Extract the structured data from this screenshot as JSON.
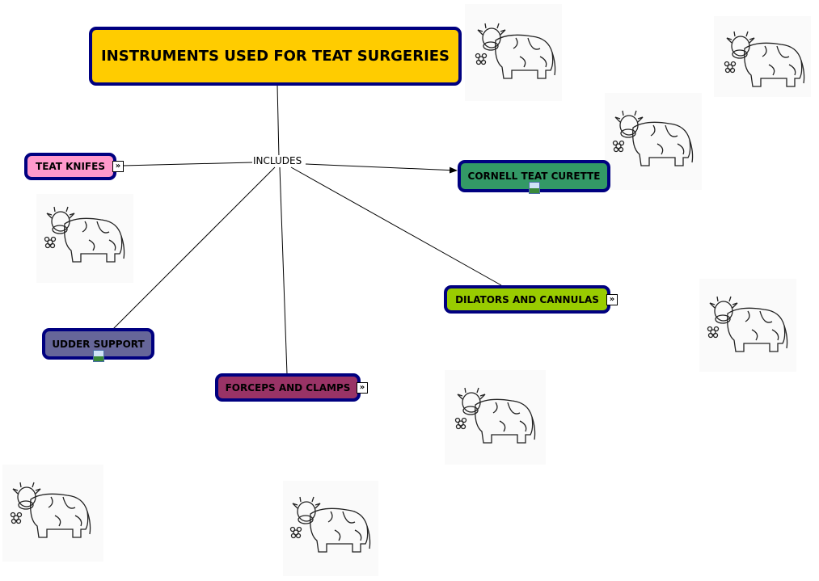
{
  "title": "INSTRUMENTS USED FOR TEAT SURGERIES",
  "link_label": "INCLUDES",
  "nodes": {
    "teat_knifes": "TEAT KNIFES",
    "cornell": "CORNELL TEAT CURETTE",
    "dilators": "DILATORS AND CANNULAS",
    "udder": "UDDER SUPPORT",
    "forceps": "FORCEPS AND CLAMPS"
  },
  "colors": {
    "title": "#ffcc00",
    "teat_knifes": "#ff99cc",
    "cornell": "#339966",
    "dilators": "#99cc00",
    "udder": "#666699",
    "forceps": "#993366",
    "border": "#000080"
  },
  "icons": [
    "expand-icon",
    "image-icon",
    "cow-image"
  ]
}
